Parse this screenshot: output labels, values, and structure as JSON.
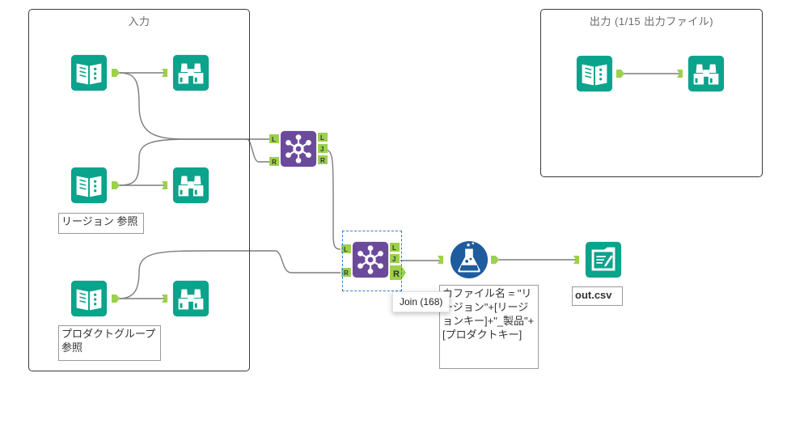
{
  "containers": {
    "input": {
      "title": "入力"
    },
    "output": {
      "title": "出力 (1/15 出力ファイル)"
    }
  },
  "annotations": {
    "region_ref": "リージョン 参照",
    "product_group_ref": "プロダクトグループ 参照",
    "formula": "カファイル名 = \"リージョン\"+[リージョンキー]+\"_製品\"+[プロダクトキー]",
    "output_file": "out.csv"
  },
  "tooltip": "Join (168)",
  "anchors": {
    "left": "L",
    "join": "J",
    "right": "R"
  },
  "colors": {
    "io_teal": "#0aa38b",
    "join_purple": "#6b4a9c",
    "formula_blue": "#1f5c9e",
    "anchor_green": "#9bd14b"
  },
  "icons": {
    "input": "book-icon",
    "browse": "binoculars-icon",
    "join": "join-icon",
    "formula": "flask-icon",
    "output": "output-file-icon"
  }
}
